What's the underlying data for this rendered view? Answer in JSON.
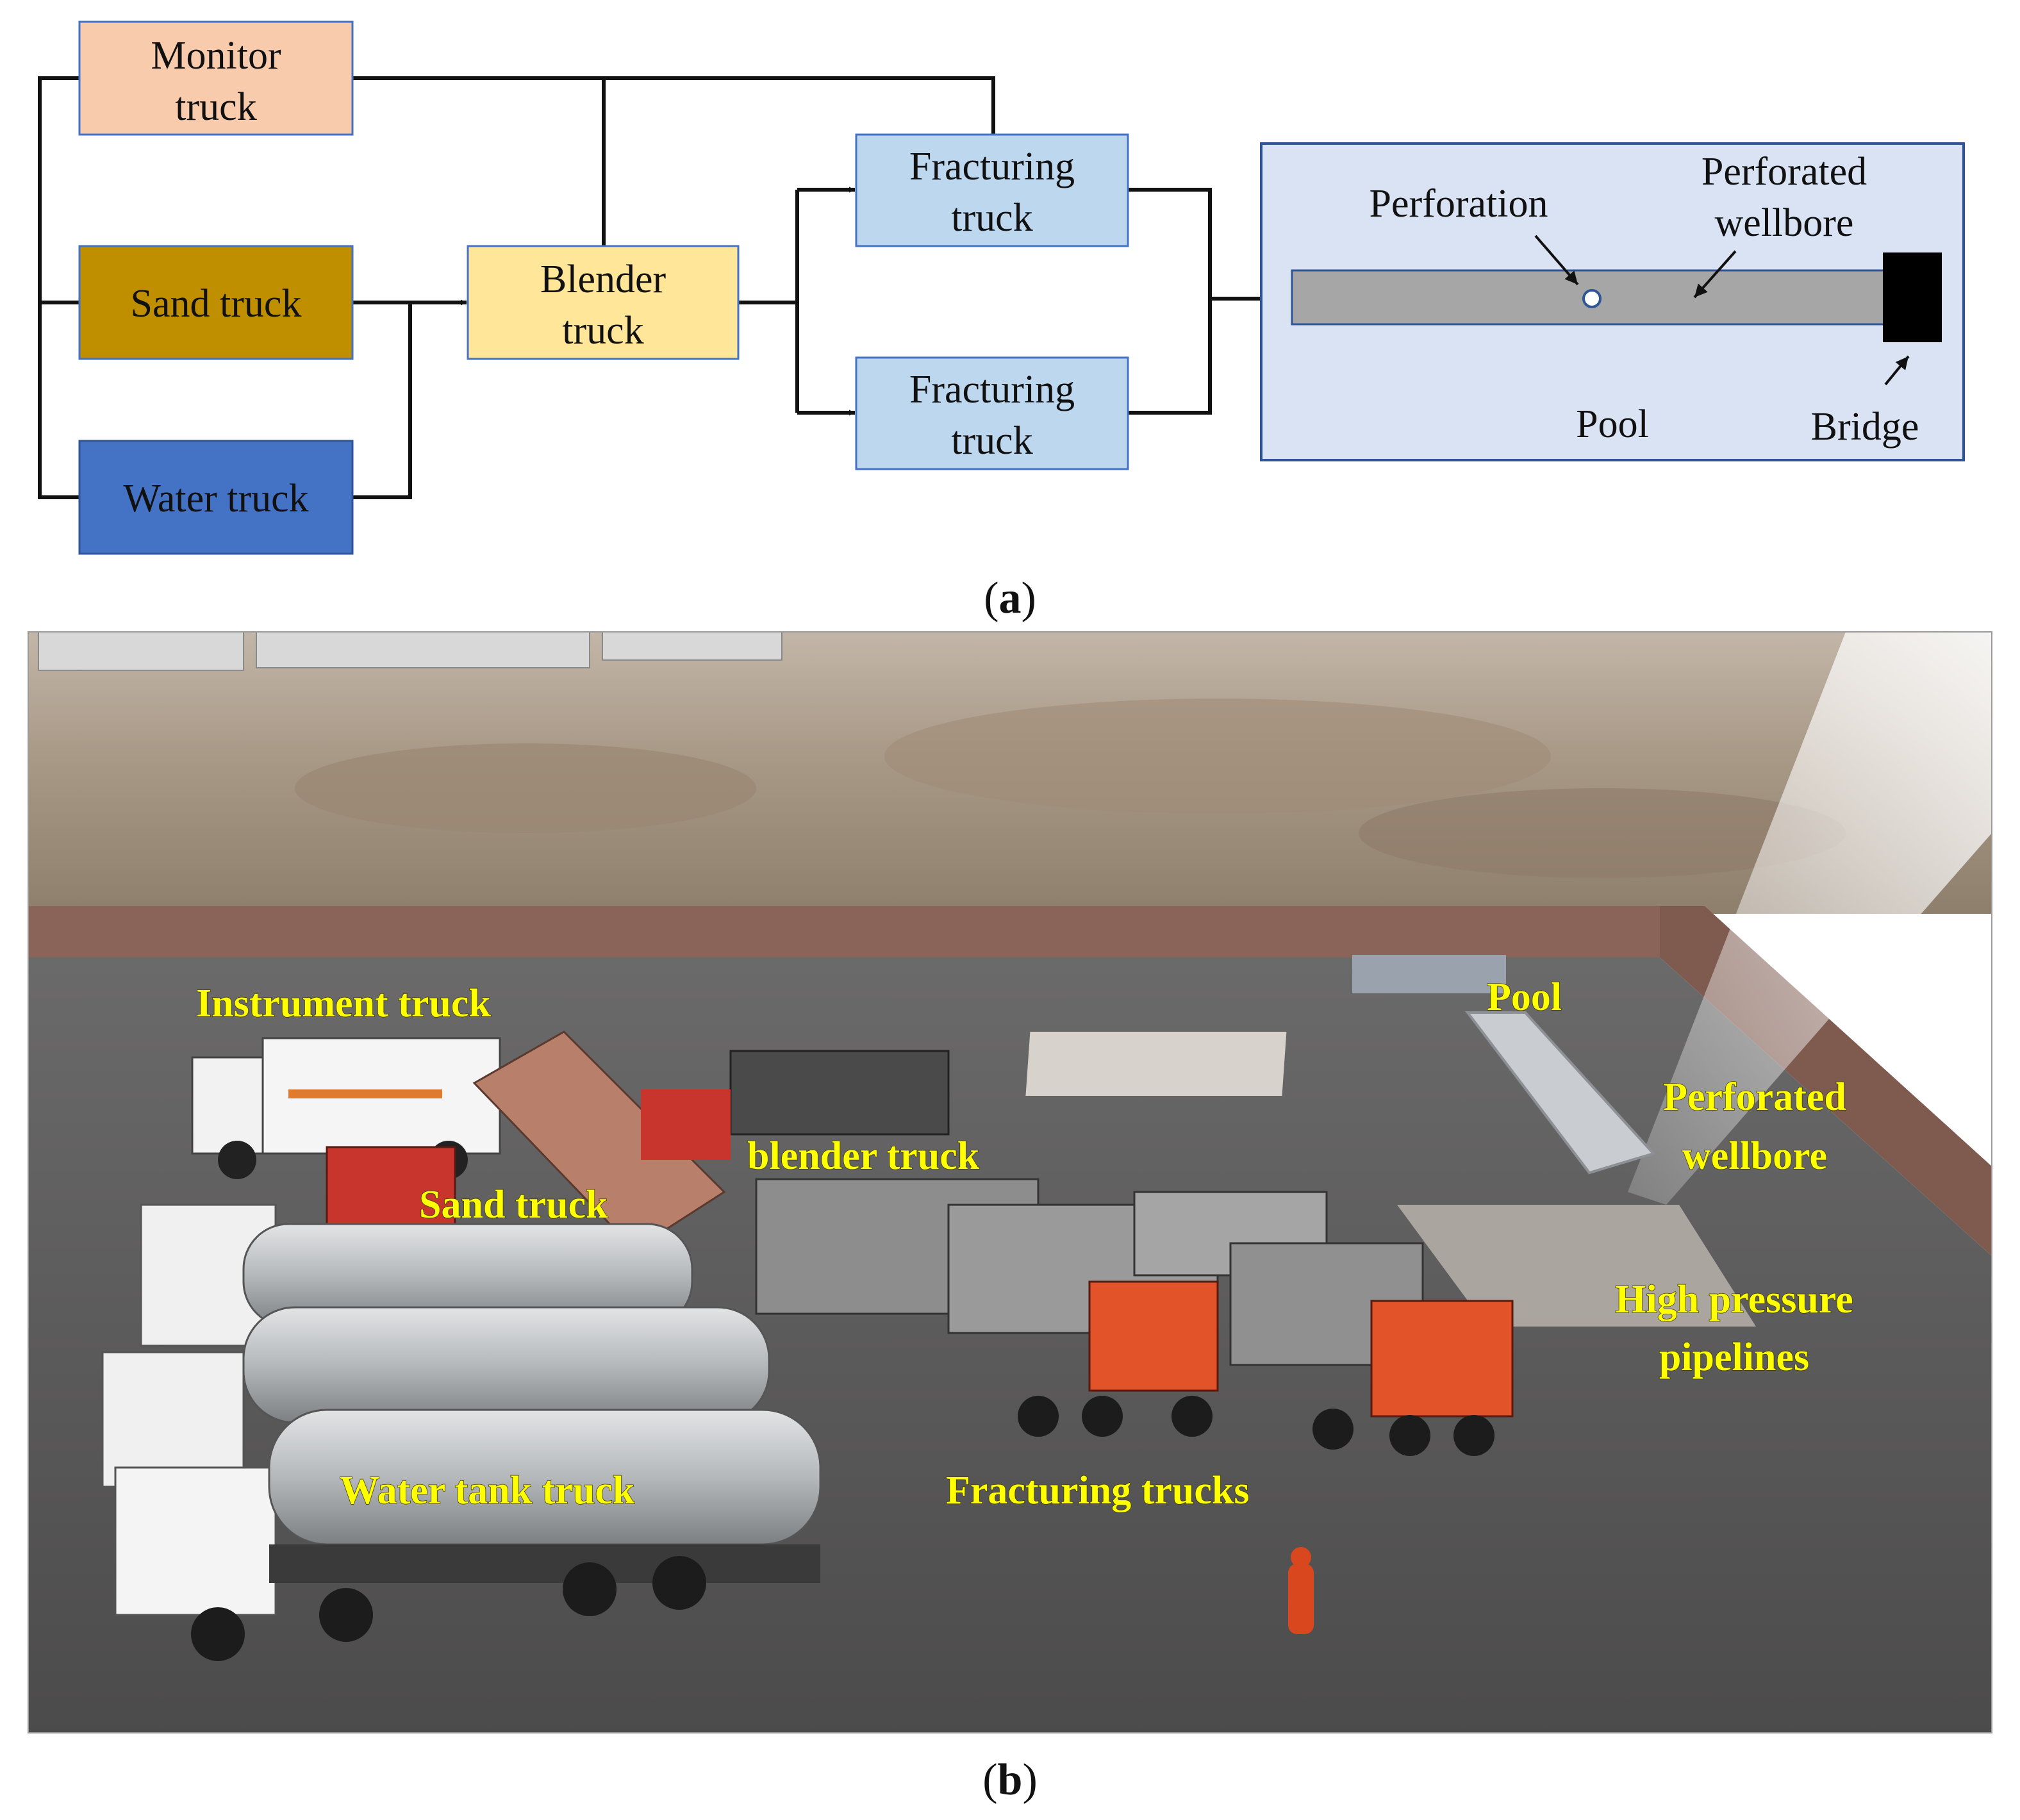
{
  "colors": {
    "monitor": "#f8cbad",
    "sand": "#bf8f00",
    "water": "#4472c4",
    "blender": "#ffe699",
    "fracturing": "#bdd7ee",
    "pool_bg": "#dae3f3",
    "wellbore": "#a6a6a6",
    "bridge": "#000000",
    "photo_label": "#ffff00"
  },
  "diagram": {
    "nodes": {
      "monitor": [
        "Monitor",
        "truck"
      ],
      "sand": [
        "Sand truck"
      ],
      "water": [
        "Water truck"
      ],
      "blender": [
        "Blender",
        "truck"
      ],
      "frac1": [
        "Fracturing",
        "truck"
      ],
      "frac2": [
        "Fracturing",
        "truck"
      ]
    },
    "pool_box": {
      "perforation": "Perforation",
      "perforated_wellbore": [
        "Perforated",
        "wellbore"
      ],
      "pool": "Pool",
      "bridge": "Bridge"
    },
    "caption": {
      "paren_open": "(",
      "letter": "a",
      "paren_close": ")"
    }
  },
  "photo": {
    "labels": {
      "instrument": "Instrument truck",
      "sand": "Sand truck",
      "blender": "blender truck",
      "pool": "Pool",
      "perforated_wellbore": [
        "Perforated",
        "wellbore"
      ],
      "high_pressure": [
        "High pressure",
        "pipelines"
      ],
      "water_tank": "Water tank truck",
      "fracturing": "Fracturing trucks"
    },
    "caption": {
      "paren_open": "(",
      "letter": "b",
      "paren_close": ")"
    }
  }
}
